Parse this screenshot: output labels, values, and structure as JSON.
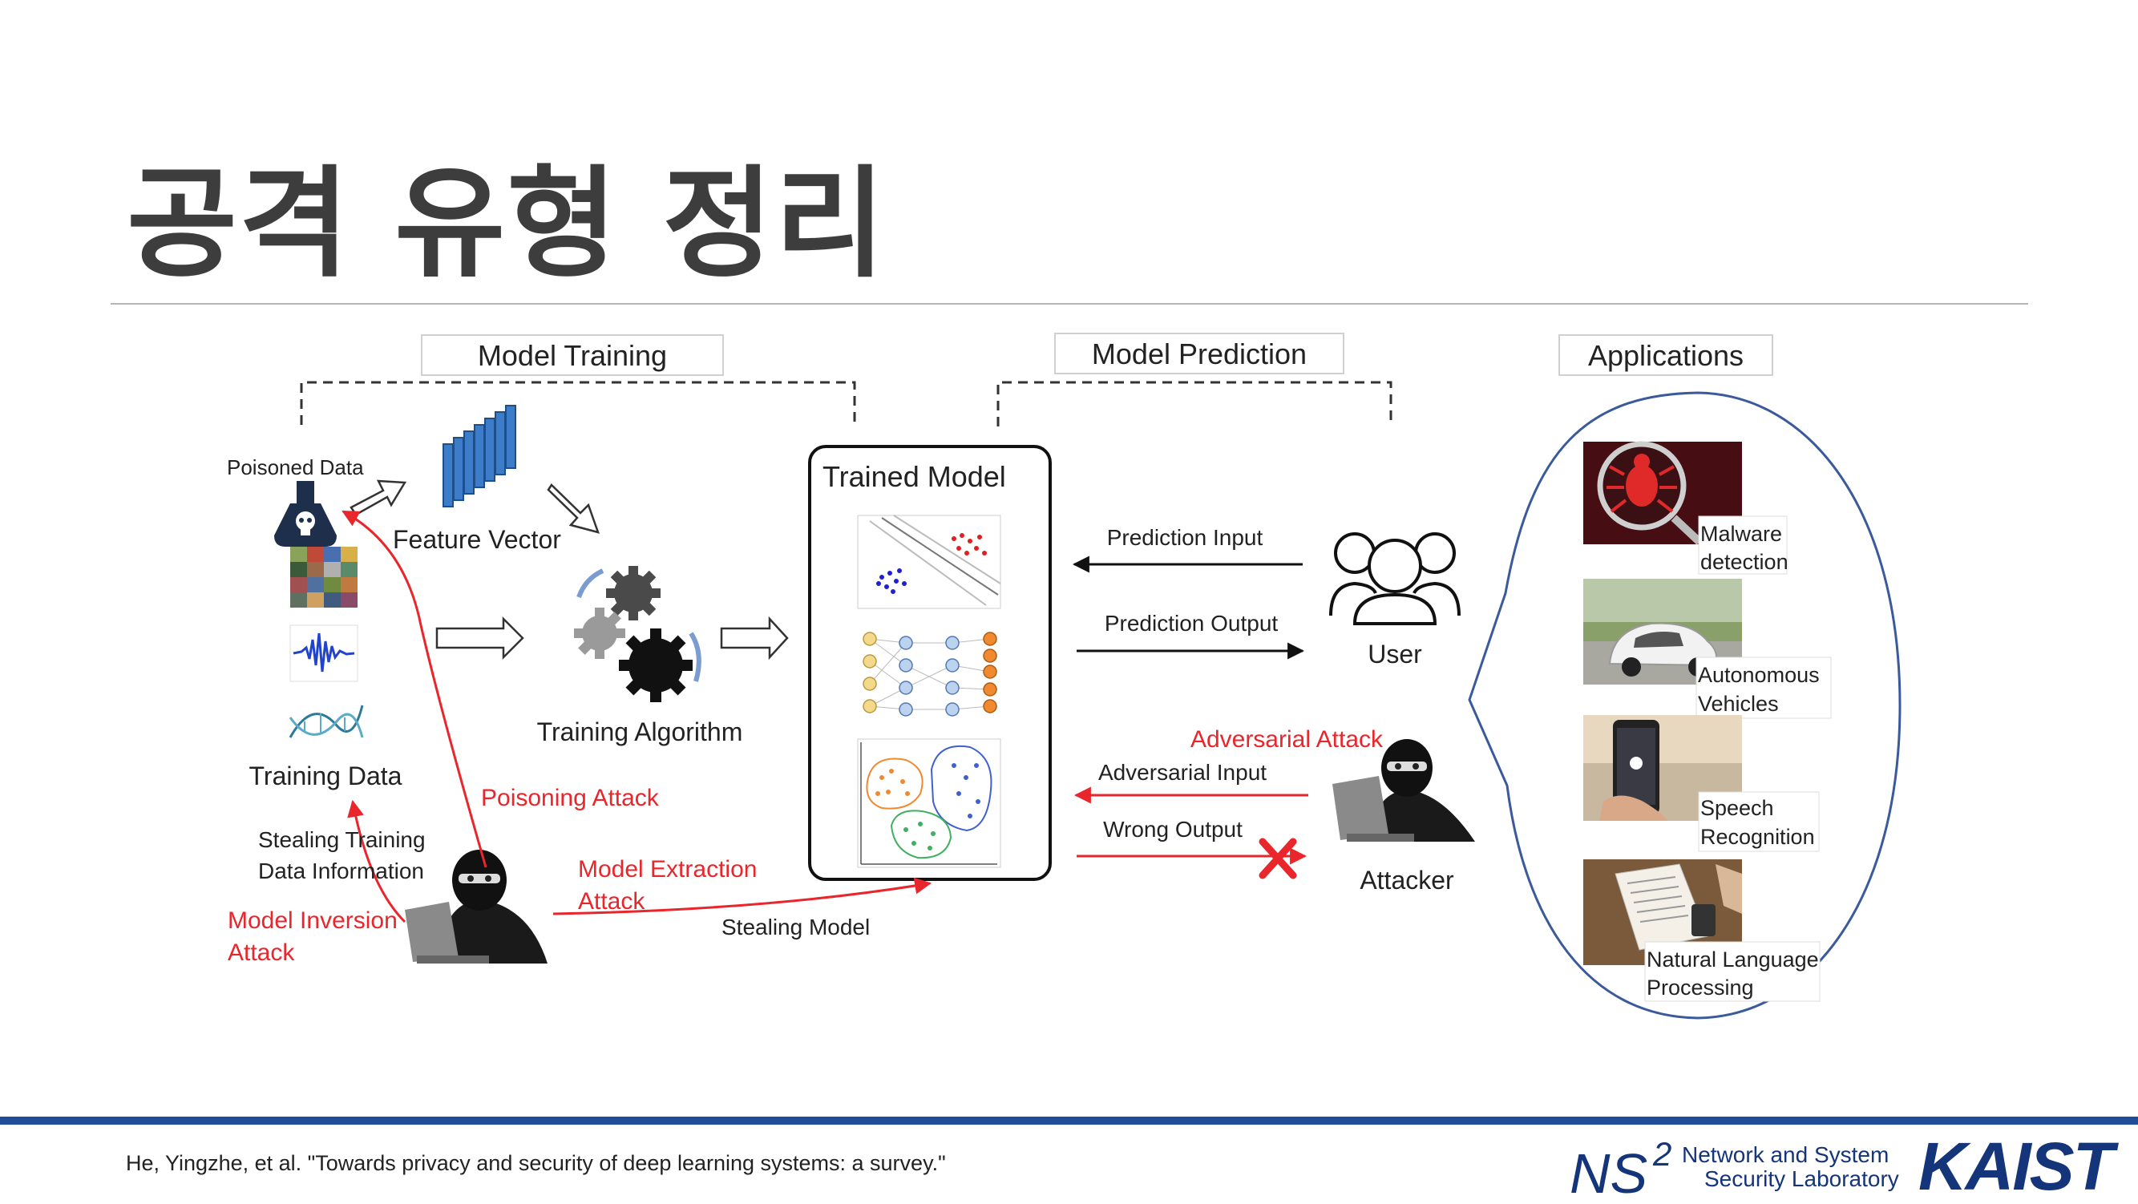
{
  "slide": {
    "title": "공격 유형 정리",
    "citation": "He, Yingzhe, et al. \"Towards privacy and security of deep learning systems: a survey.\"",
    "logo_ns": "NS",
    "logo_sup": "2",
    "lab_line1": "Network and System",
    "lab_line2": "Security Laboratory",
    "kaist": "KAIST"
  },
  "diagram": {
    "headers": {
      "training": "Model Training",
      "prediction": "Model Prediction",
      "applications": "Applications"
    },
    "labels": {
      "poisoned_data": "Poisoned Data",
      "feature_vector": "Feature Vector",
      "training_algorithm": "Training Algorithm",
      "training_data": "Training Data",
      "trained_model": "Trained Model",
      "prediction_input": "Prediction Input",
      "prediction_output": "Prediction Output",
      "user": "User",
      "adversarial_input": "Adversarial Input",
      "wrong_output": "Wrong Output",
      "attacker": "Attacker",
      "stealing_training_1": "Stealing Training",
      "stealing_training_2": "Data Information",
      "stealing_model": "Stealing Model"
    },
    "attacks": {
      "poisoning": "Poisoning Attack",
      "extraction_1": "Model Extraction",
      "extraction_2": "Attack",
      "inversion_1": "Model Inversion",
      "inversion_2": "Attack",
      "adversarial": "Adversarial Attack"
    },
    "applications": [
      {
        "line1": "Malware",
        "line2": "detection"
      },
      {
        "line1": "Autonomous",
        "line2": "Vehicles"
      },
      {
        "line1": "Speech",
        "line2": "Recognition"
      },
      {
        "line1": "Natural Language",
        "line2": "Processing"
      }
    ],
    "colors": {
      "attack_red": "#e8262b",
      "ink": "#222222",
      "ellipse": "#3a5a9c",
      "feature_blue": "#3d7cc9"
    }
  }
}
